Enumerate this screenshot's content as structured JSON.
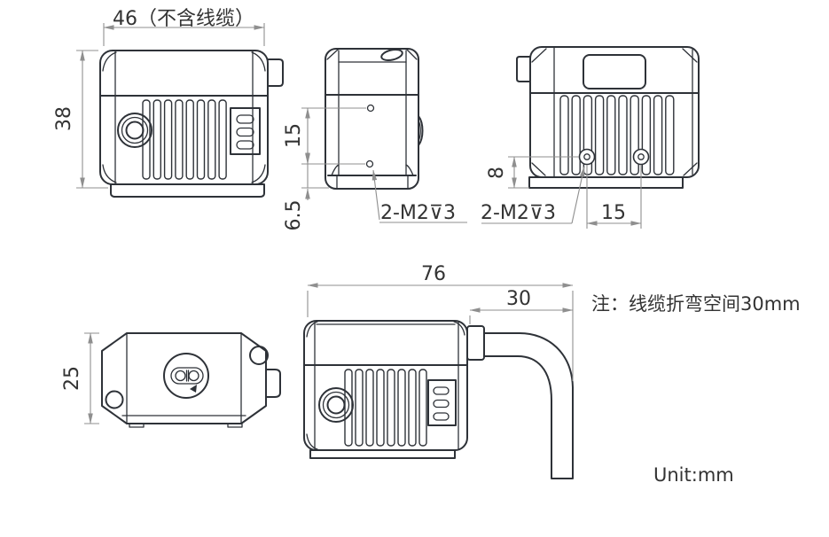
{
  "drawing": {
    "unit": "Unit:mm",
    "note": "注：线缆折弯空间30mm",
    "colors": {
      "line": "#2e3238",
      "dim": "#8f8f8f",
      "text": "#333333"
    },
    "views": {
      "front": {
        "width": "46（不含线缆）",
        "height": "38"
      },
      "side": {
        "hole_spacing": "15",
        "bottom_offset": "6.5",
        "thread": "2-M2⊽3"
      },
      "back": {
        "hole_height": "8",
        "hole_spacing": "15",
        "thread": "2-M2⊽3"
      },
      "top": {
        "depth": "25"
      },
      "cable_side": {
        "overall_length": "76",
        "cable_space": "30"
      }
    }
  }
}
